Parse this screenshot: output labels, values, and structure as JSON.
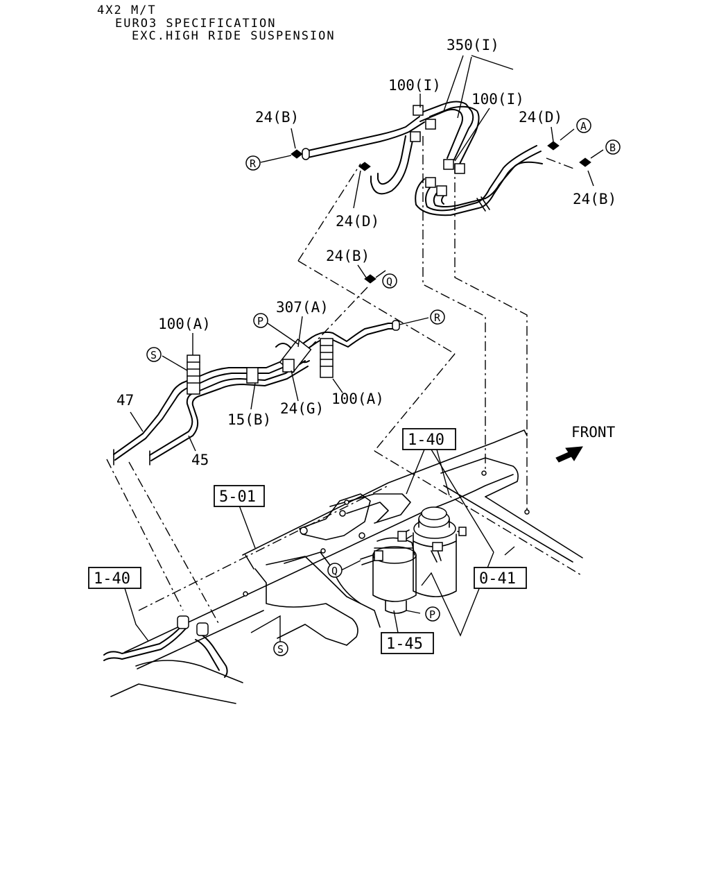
{
  "header": {
    "line1": "4X2 M/T",
    "line2": "EURO3 SPECIFICATION",
    "line3": "EXC.HIGH RIDE SUSPENSION"
  },
  "labels": {
    "l350I": "350(I)",
    "l100I_a": "100(I)",
    "l100I_b": "100(I)",
    "l24B_top": "24(B)",
    "l24D_top": "24(D)",
    "l24D_mid": "24(D)",
    "l24B_right": "24(B)",
    "l24B_q": "24(B)",
    "l307A": "307(A)",
    "l100A_left": "100(A)",
    "l100A_right": "100(A)",
    "l15B": "15(B)",
    "l24G": "24(G)",
    "l47": "47",
    "l45": "45",
    "front": "FRONT"
  },
  "references": {
    "r140_top": "1-40",
    "r501": "5-01",
    "r140_left": "1-40",
    "r041": "0-41",
    "r145": "1-45"
  },
  "connectors": {
    "A": "A",
    "B": "B",
    "R_top": "R",
    "R_mid": "R",
    "Q_top": "Q",
    "Q_bot": "Q",
    "P_top": "P",
    "P_bot": "P",
    "S_top": "S",
    "S_bot": "S"
  },
  "icons": {
    "front_arrow": "arrow-icon"
  }
}
